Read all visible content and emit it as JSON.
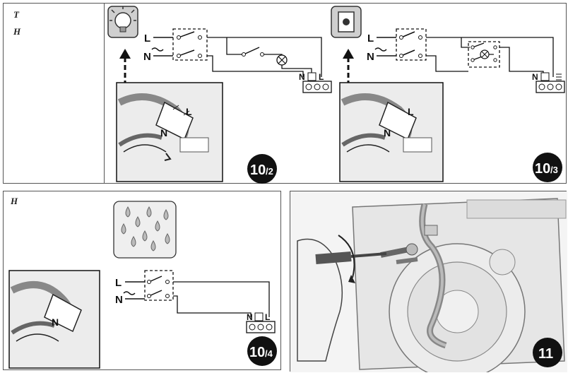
{
  "panels": [
    {
      "id": "10/2",
      "label_main": "10",
      "label_sub": "/2",
      "modes": [
        "T",
        "H"
      ]
    },
    {
      "id": "10/3",
      "label_main": "10",
      "label_sub": "/3"
    },
    {
      "id": "10/4",
      "label_main": "10",
      "label_sub": "/4",
      "modes": [
        "H"
      ]
    },
    {
      "id": "11",
      "label_main": "11"
    }
  ],
  "terminals": {
    "L": "L",
    "N": "N"
  },
  "icons": {
    "lamp": "light-bulb-icon",
    "sensor": "timer-sensor-icon",
    "humidity": "humidity-drops-icon",
    "earth": "earth-symbol-icon"
  },
  "colors": {
    "line": "#1a1a1a",
    "badge": "#111111",
    "photo_bg": "#e9e9e9"
  }
}
